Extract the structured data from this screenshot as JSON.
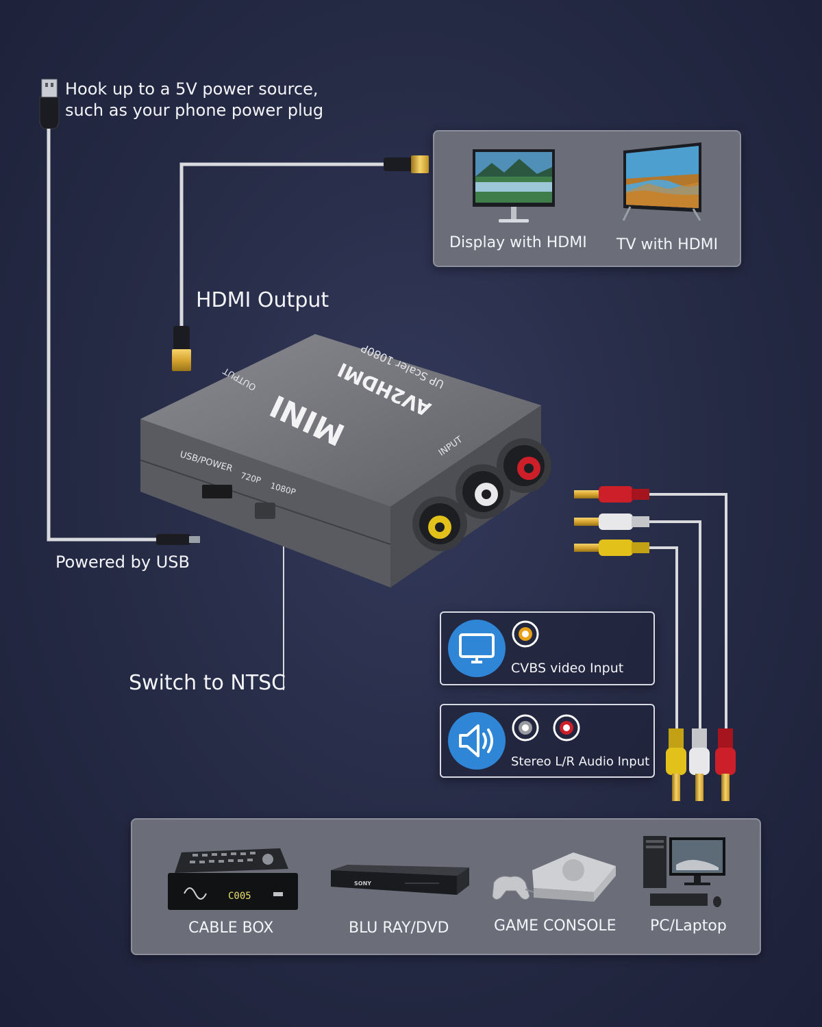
{
  "power": {
    "text_line1": "Hook up to a 5V power source,",
    "text_line2": "such as your phone power plug",
    "usb_label": "Powered by USB"
  },
  "hdmi": {
    "label": "HDMI Output"
  },
  "switch": {
    "label": "Switch to NTSC"
  },
  "outputs": {
    "items": [
      {
        "label": "Display with HDMI",
        "icon": "monitor-icon"
      },
      {
        "label": "TV with HDMI",
        "icon": "tv-icon"
      }
    ]
  },
  "device": {
    "brand": "MINI",
    "model": "AV2HDMI",
    "sub": "UP Scaler 1080P",
    "output_label": "OUTPUT",
    "input_label": "INPUT",
    "usb_label": "USB/POWER",
    "res_720": "720P",
    "res_1080": "1080P"
  },
  "inputs": {
    "video_label": "CVBS video Input",
    "audio_label": "Stereo L/R Audio Input"
  },
  "sources": {
    "items": [
      {
        "label": "CABLE BOX",
        "display": "C005"
      },
      {
        "label": "BLU RAY/DVD",
        "brand": "SONY"
      },
      {
        "label": "GAME CONSOLE"
      },
      {
        "label": "PC/Laptop"
      }
    ]
  },
  "colors": {
    "background": "#272c47",
    "panel": "#6b6d78",
    "accent_blue": "#2f86d6",
    "rca_yellow": "#e2c11b",
    "rca_white": "#e8e8ea",
    "rca_red": "#cc1f2a"
  }
}
